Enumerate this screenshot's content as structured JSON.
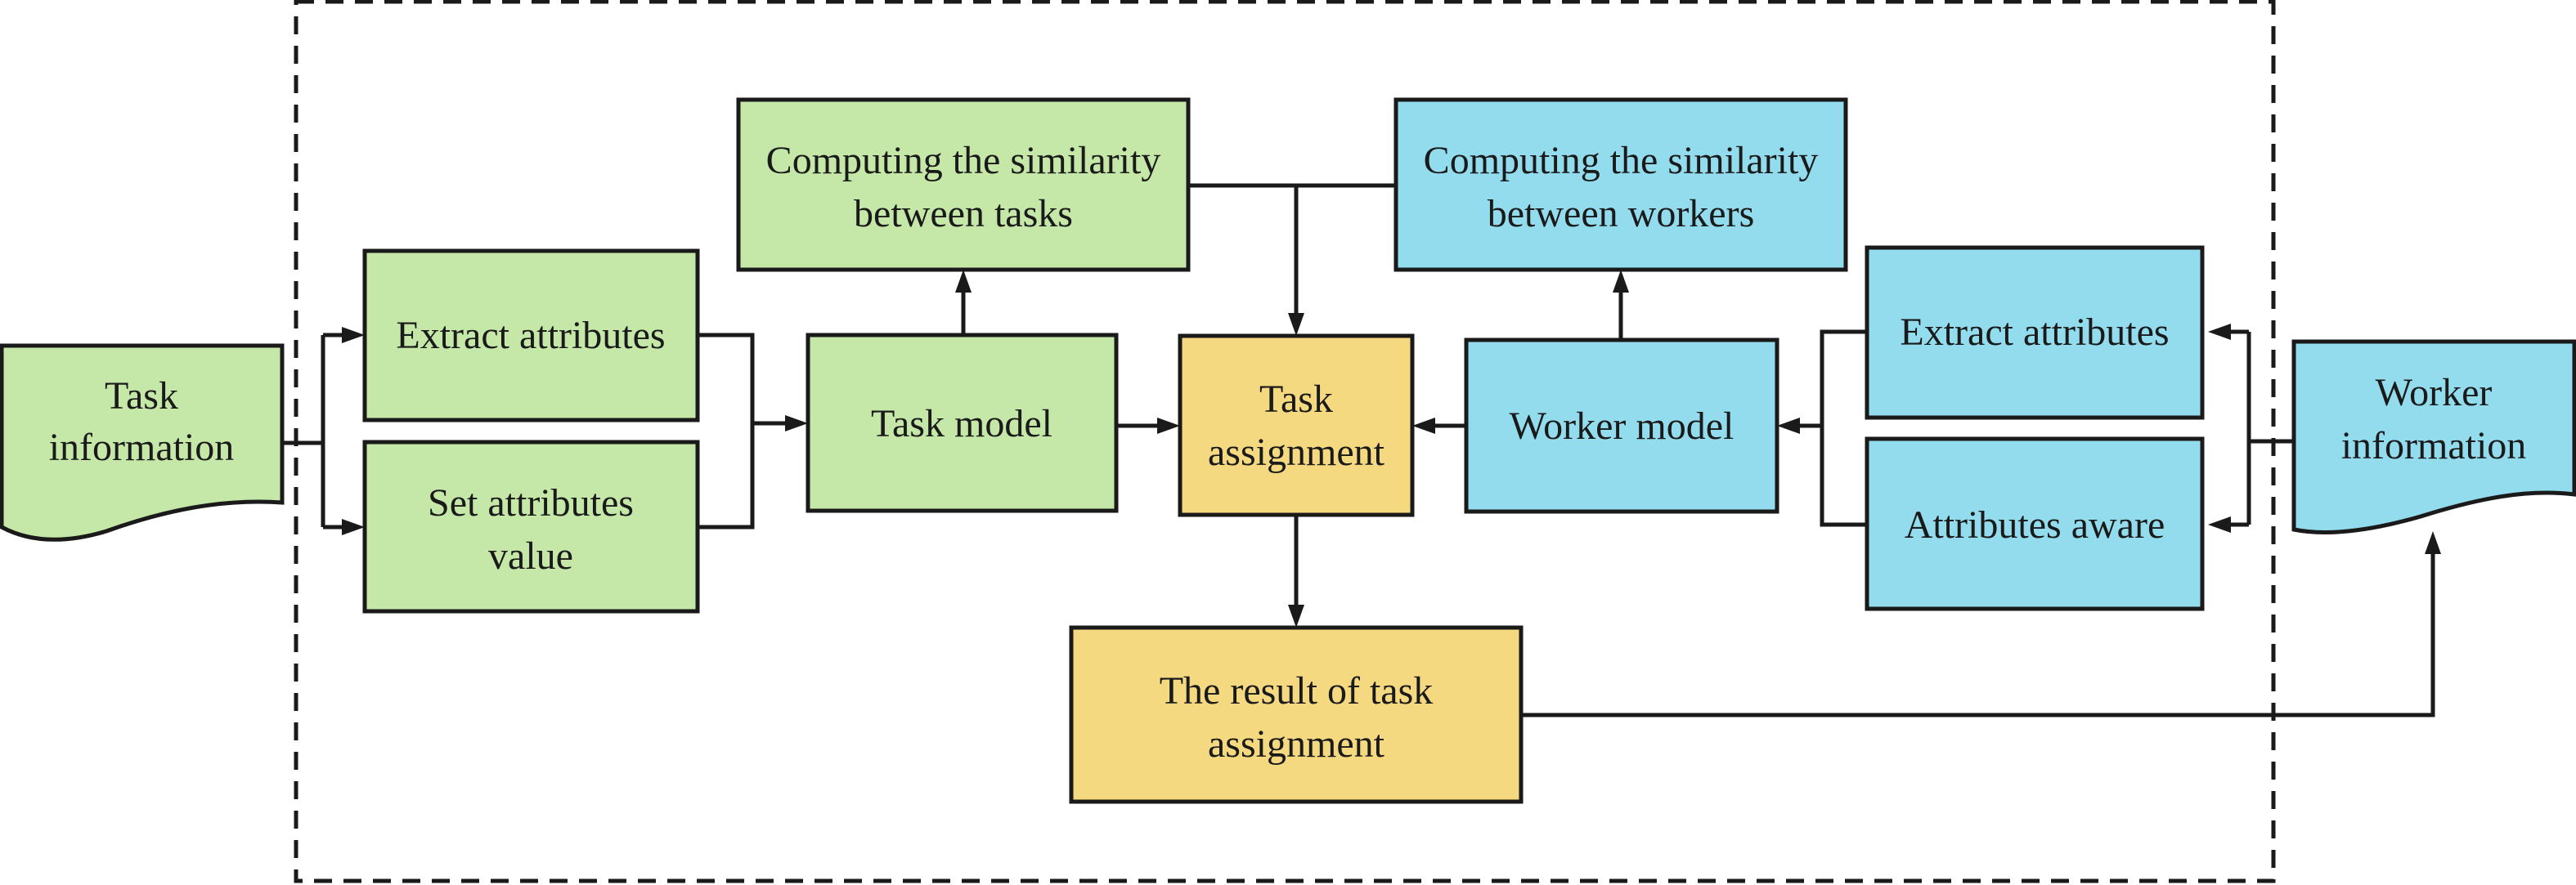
{
  "colors": {
    "task_fill": "#c5e8a8",
    "worker_fill": "#93dcee",
    "assignment_fill": "#f5d980",
    "stroke": "#1a1a1a"
  },
  "nodes": {
    "task_info": {
      "line1": "Task",
      "line2": "information"
    },
    "extract_task": {
      "line1": "Extract attributes"
    },
    "set_attr": {
      "line1": "Set attributes",
      "line2": "value"
    },
    "task_model": {
      "line1": "Task model"
    },
    "sim_tasks": {
      "line1": "Computing the similarity",
      "line2": "between tasks"
    },
    "task_assign": {
      "line1": "Task",
      "line2": "assignment"
    },
    "sim_workers": {
      "line1": "Computing the similarity",
      "line2": "between workers"
    },
    "worker_model": {
      "line1": "Worker model"
    },
    "extract_worker": {
      "line1": "Extract attributes"
    },
    "attr_aware": {
      "line1": "Attributes aware"
    },
    "worker_info": {
      "line1": "Worker",
      "line2": "information"
    },
    "result": {
      "line1": "The result of task",
      "line2": "assignment"
    }
  }
}
